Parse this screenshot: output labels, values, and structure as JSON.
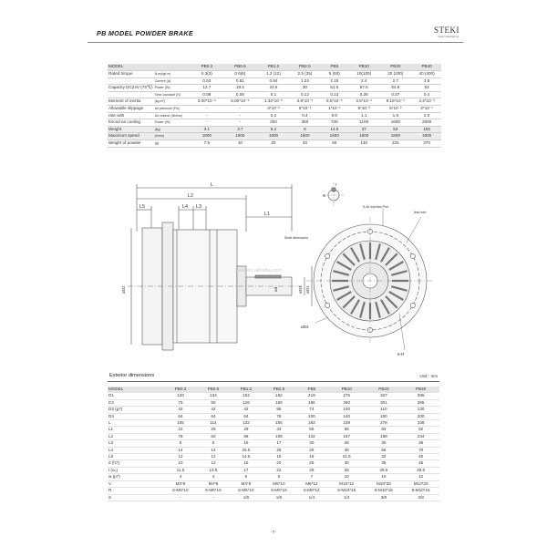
{
  "header": {
    "title": "PB MODEL POWDER BRAKE",
    "logo": "STEKI",
    "logo_sub": "Steki Industrial Co."
  },
  "spec_table": {
    "columns": [
      "MODEL",
      "",
      "PB0.3",
      "PB0.6",
      "PB1.2",
      "PB2.5",
      "PB5",
      "PB10",
      "PB20",
      "PB40"
    ],
    "rows": [
      {
        "label": "Rated torque",
        "sub": "N.m(kgf.m)",
        "values": [
          "0.3(3)",
          "0.6(6)",
          "1.2 (12)",
          "2.5 (25)",
          "5 (50)",
          "10(100)",
          "20 (200)",
          "40 (400)"
        ]
      },
      {
        "label": "",
        "sub": "Current (A)",
        "values": [
          "0.53",
          "0.81",
          "0.94",
          "1.24",
          "2.15",
          "2.4",
          "2.7",
          "3.5"
        ]
      },
      {
        "label": "Capacity DC24V (75℃)",
        "sub": "Power (W)",
        "values": [
          "12.7",
          "19.4",
          "22.5",
          "30",
          "51.5",
          "57.6",
          "64.8",
          "84"
        ]
      },
      {
        "label": "",
        "sub": "Time constant (S)",
        "values": [
          "0.08",
          "0.08",
          "0.1",
          "0.12",
          "0.13",
          "0.25",
          "0.37",
          "0.4"
        ]
      },
      {
        "label": "Moment of inertia",
        "sub": "(kg.m²)",
        "values": [
          "3.00*10⁻⁶",
          "6.00*10⁻⁶",
          "1.34*10⁻⁵",
          "3.8*10⁻⁵",
          "8.5*10⁻⁵",
          "3.5*10⁻⁴",
          "9.15*10⁻⁴",
          "2.4*10⁻³"
        ]
      },
      {
        "label": "Allowable slippage",
        "sub": "Air pressure (Pa)",
        "values": [
          "-",
          "-",
          "3*10⁻²",
          "5*10⁻²",
          "1*10⁻¹",
          "8*10⁻²",
          "5*10⁻²",
          "2*10⁻¹"
        ]
      },
      {
        "label": "rate with",
        "sub": "Air volume (NI/min)",
        "values": [
          "-",
          "-",
          "0.2",
          "0.4",
          "0.6",
          "1.1",
          "1.6",
          "2.0"
        ]
      },
      {
        "label": "forced air cooling",
        "sub": "Power (W)",
        "values": [
          "-",
          "-",
          "250",
          "380",
          "700",
          "1100",
          "1600",
          "2800"
        ]
      },
      {
        "label": "Weight",
        "sub": "(kg)",
        "values": [
          "3.1",
          "3.7",
          "5.2",
          "9",
          "14.5",
          "37",
          "53",
          "100"
        ]
      },
      {
        "label": "Maximum speed",
        "sub": "(r/min)",
        "values": [
          "1800",
          "1800",
          "1800",
          "1800",
          "1800",
          "1800",
          "1800",
          "1800"
        ]
      },
      {
        "label": "Weight of powder",
        "sub": "(g)",
        "values": [
          "7.5",
          "10",
          "20",
          "33",
          "60",
          "140",
          "225",
          "370"
        ]
      }
    ]
  },
  "drawing": {
    "dim_L": "L",
    "dim_L2": "L2",
    "dim_L3": "L3",
    "dim_L4": "L4",
    "dim_L5": "L5",
    "dim_L1": "L1",
    "dim_D2": "øD2",
    "dim_d": "ød",
    "dim_D3": "øD3",
    "dim_D1": "øD1",
    "dim_D4": "øD4",
    "dim_t": "t",
    "dim_w": "w",
    "label_air": "S-Air Injection Port",
    "label_lead": "lead wire",
    "label_shaft": "Shaft dimensions",
    "label_6R": "6-R",
    "watermark": "steki.en.alibaba.com"
  },
  "ext": {
    "title": "Exterior dimensions",
    "unit": "Unit：mm",
    "columns": [
      "MODEL",
      "PB0.3",
      "PB0.6",
      "PB1.2",
      "PB2.5",
      "PB5",
      "PB10",
      "PB20",
      "PB40"
    ],
    "rows": [
      {
        "label": "D1",
        "values": [
          "120",
          "134",
          "152",
          "182",
          "219",
          "276",
          "327",
          "395"
        ]
      },
      {
        "label": "D2",
        "values": [
          "75",
          "80",
          "126",
          "160",
          "196",
          "260",
          "301",
          "365"
        ]
      },
      {
        "label": "D3 (g7)",
        "values": [
          "42",
          "42",
          "42",
          "55",
          "74",
          "100",
          "110",
          "130"
        ]
      },
      {
        "label": "D4",
        "values": [
          "64",
          "64",
          "64",
          "78",
          "100",
          "140",
          "150",
          "200"
        ]
      },
      {
        "label": "L",
        "values": [
          "105",
          "114",
          "132",
          "155",
          "193",
          "239",
          "278",
          "338"
        ]
      },
      {
        "label": "L1",
        "values": [
          "22",
          "26",
          "29",
          "43",
          "55",
          "65",
          "83",
          "92"
        ]
      },
      {
        "label": "L2",
        "values": [
          "78",
          "82",
          "98",
          "108",
          "132",
          "167",
          "199",
          "234"
        ]
      },
      {
        "label": "L3",
        "values": [
          "6",
          "6",
          "15",
          "17",
          "30",
          "28",
          "30",
          "35"
        ]
      },
      {
        "label": "L4",
        "values": [
          "14",
          "14",
          "25.5",
          "26",
          "28",
          "40",
          "56",
          "70"
        ]
      },
      {
        "label": "L5",
        "values": [
          "12",
          "12",
          "14.5",
          "15",
          "18",
          "21.5",
          "32",
          "40"
        ]
      },
      {
        "label": "d (h7)",
        "values": [
          "10",
          "12",
          "15",
          "20",
          "25",
          "30",
          "35",
          "45"
        ]
      },
      {
        "label": "t (a₀)",
        "values": [
          "11.5",
          "13.5",
          "17",
          "22",
          "28",
          "33",
          "38.5",
          "48.5"
        ]
      },
      {
        "label": "w (p7)",
        "values": [
          "4",
          "4",
          "5",
          "6",
          "7",
          "10",
          "10",
          "12"
        ]
      },
      {
        "label": "V",
        "values": [
          "M3*6",
          "M4*8",
          "M4*8",
          "M5*10",
          "M6*12",
          "M10*12",
          "M10*20",
          "M10*20"
        ]
      },
      {
        "label": "R",
        "values": [
          "6-M5*10",
          "6-M6*10",
          "6-M6*10",
          "6-M6*10",
          "6-M8*12",
          "6-M10*15",
          "6-M10*15",
          "8-M10*15"
        ]
      },
      {
        "label": "S",
        "values": [
          "-",
          "-",
          "1/8",
          "1/8",
          "1/4",
          "1/4",
          "3/8",
          "3/8"
        ]
      }
    ]
  },
  "page_number": "-7-"
}
